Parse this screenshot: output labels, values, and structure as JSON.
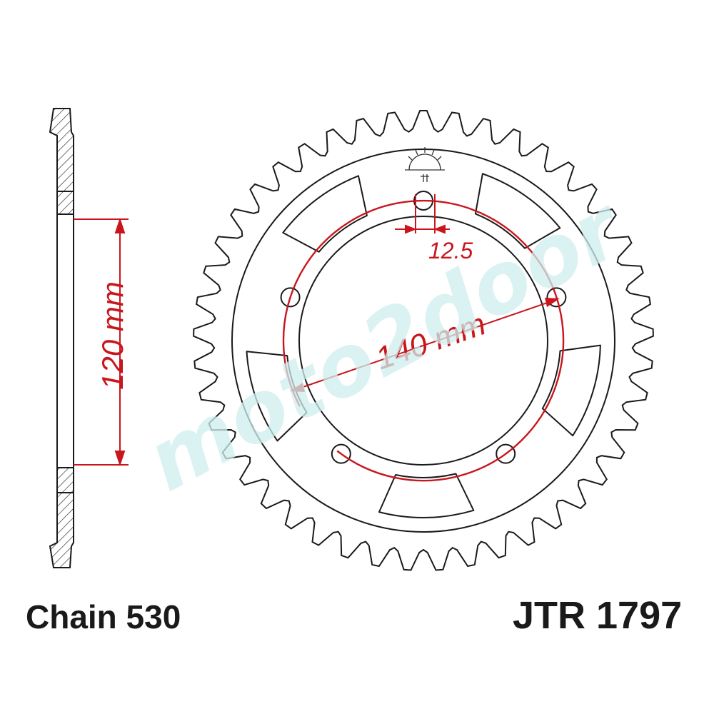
{
  "diagram": {
    "chain_label": "Chain 530",
    "part_number": "JTR 1797",
    "dim_bore": "120 mm",
    "dim_pcd": "140 mm",
    "dim_hole": "12.5",
    "watermark": "moto2door",
    "teeth": 45,
    "colors": {
      "outline": "#1a1a1a",
      "dimension": "#c8161d",
      "hatch": "#333333",
      "watermark": "#cfeeee"
    }
  }
}
